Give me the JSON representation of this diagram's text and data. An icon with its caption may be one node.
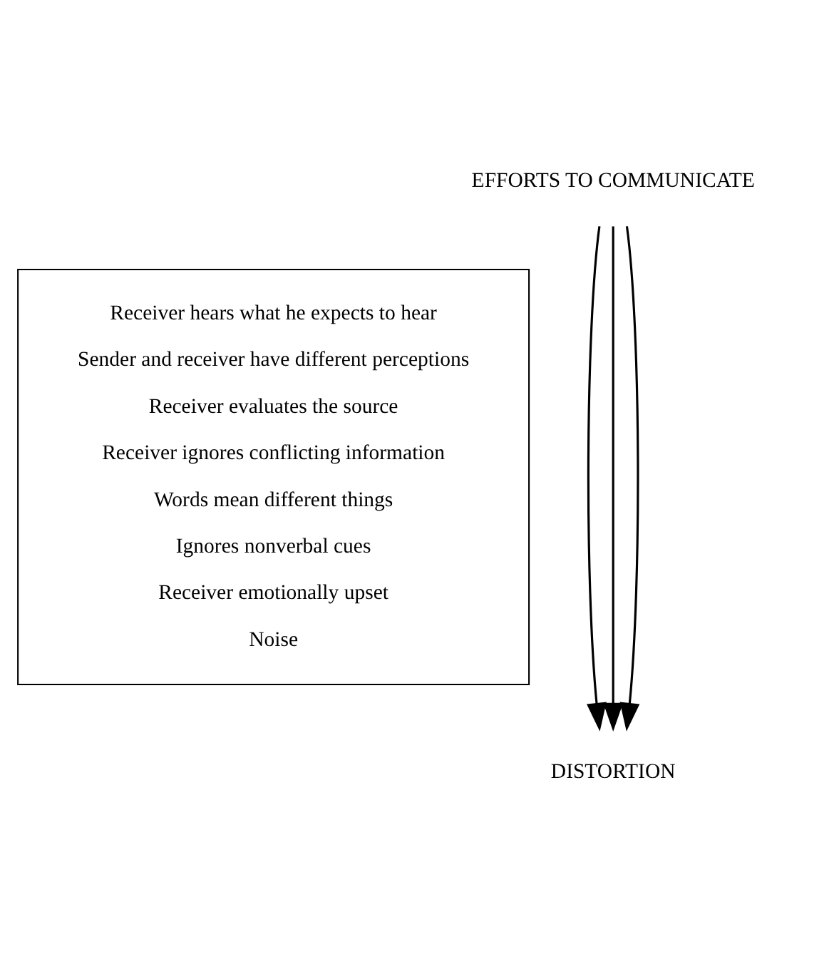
{
  "diagram": {
    "nodes": [
      {
        "text": [
          "EFFORTS TO COMMUNICATE"
        ]
      },
      {
        "text": [
          "Receiver hears what he expects to hear",
          "Sender and receiver have different perceptions",
          "Receiver evaluates the source",
          "Receiver ignores conflicting information",
          "Words mean different things",
          "Ignores nonverbal cues",
          "Receiver emotionally upset",
          "Noise"
        ]
      },
      {
        "text": [
          "DISTORTION"
        ]
      }
    ],
    "edges": [
      {
        "from": 0,
        "to": 2,
        "arrow": "to"
      },
      {
        "from": 0,
        "to": 2,
        "arrow": "to"
      },
      {
        "from": 0,
        "to": 2,
        "arrow": "to"
      }
    ]
  }
}
